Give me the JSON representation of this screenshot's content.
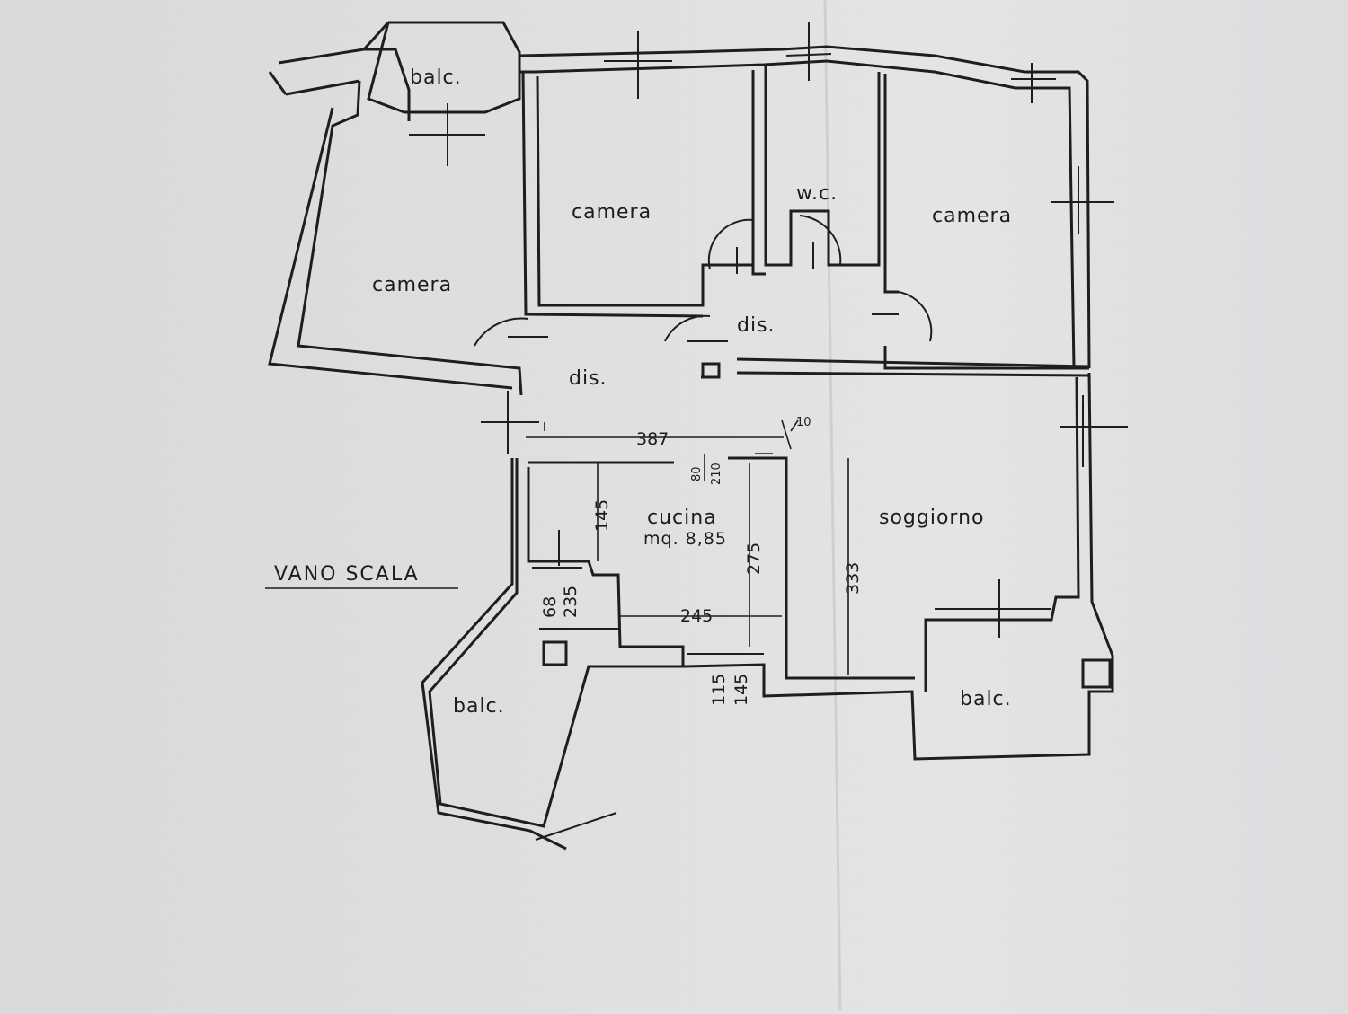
{
  "rooms": {
    "balc_top": "balc.",
    "camera_left": "camera",
    "camera_mid": "camera",
    "wc": "w.c.",
    "camera_right": "camera",
    "dis_main": "dis.",
    "dis_small": "dis.",
    "cucina": "cucina",
    "cucina_area": "mq. 8,85",
    "soggiorno": "soggiorno",
    "balc_bottom_left": "balc.",
    "balc_bottom_right": "balc.",
    "vano_scala": "VANO SCALA"
  },
  "dimensions": {
    "d387": "387",
    "d10": "10",
    "door_w": "80",
    "door_h": "210",
    "d145_top": "145",
    "d275": "275",
    "d333": "333",
    "d245": "245",
    "d68": "68",
    "d235": "235",
    "d115": "115",
    "d145_bottom": "145"
  }
}
